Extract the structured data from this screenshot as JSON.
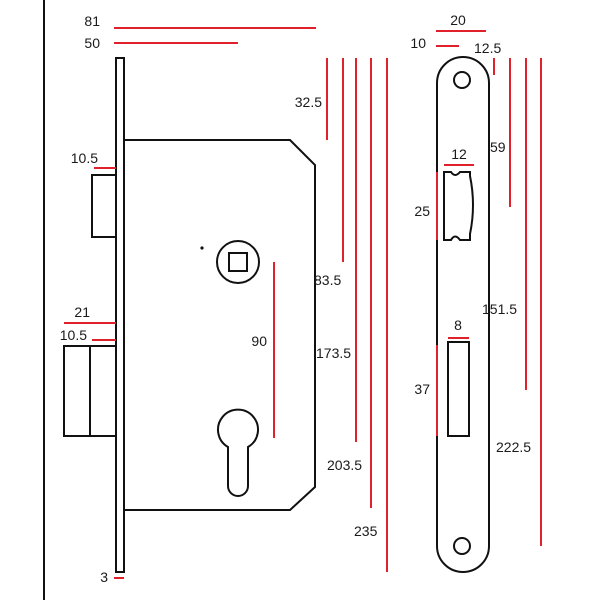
{
  "title": "",
  "colors": {
    "dimension": "#e0202a",
    "outline": "#111111",
    "background": "#ffffff"
  },
  "side_view": {
    "labels": {
      "d81": "81",
      "d50": "50",
      "d32_5": "32.5",
      "d10_5_top": "10.5",
      "d83_5": "83.5",
      "d90": "90",
      "d21": "21",
      "d10_5_bottom": "10.5",
      "d173_5": "173.5",
      "d203_5": "203.5",
      "d235": "235",
      "d3": "3"
    }
  },
  "front_view": {
    "labels": {
      "d20": "20",
      "d10": "10",
      "d12_5": "12.5",
      "d59": "59",
      "d12": "12",
      "d25": "25",
      "d151_5": "151.5",
      "d8": "8",
      "d37": "37",
      "d222_5": "222.5"
    }
  }
}
